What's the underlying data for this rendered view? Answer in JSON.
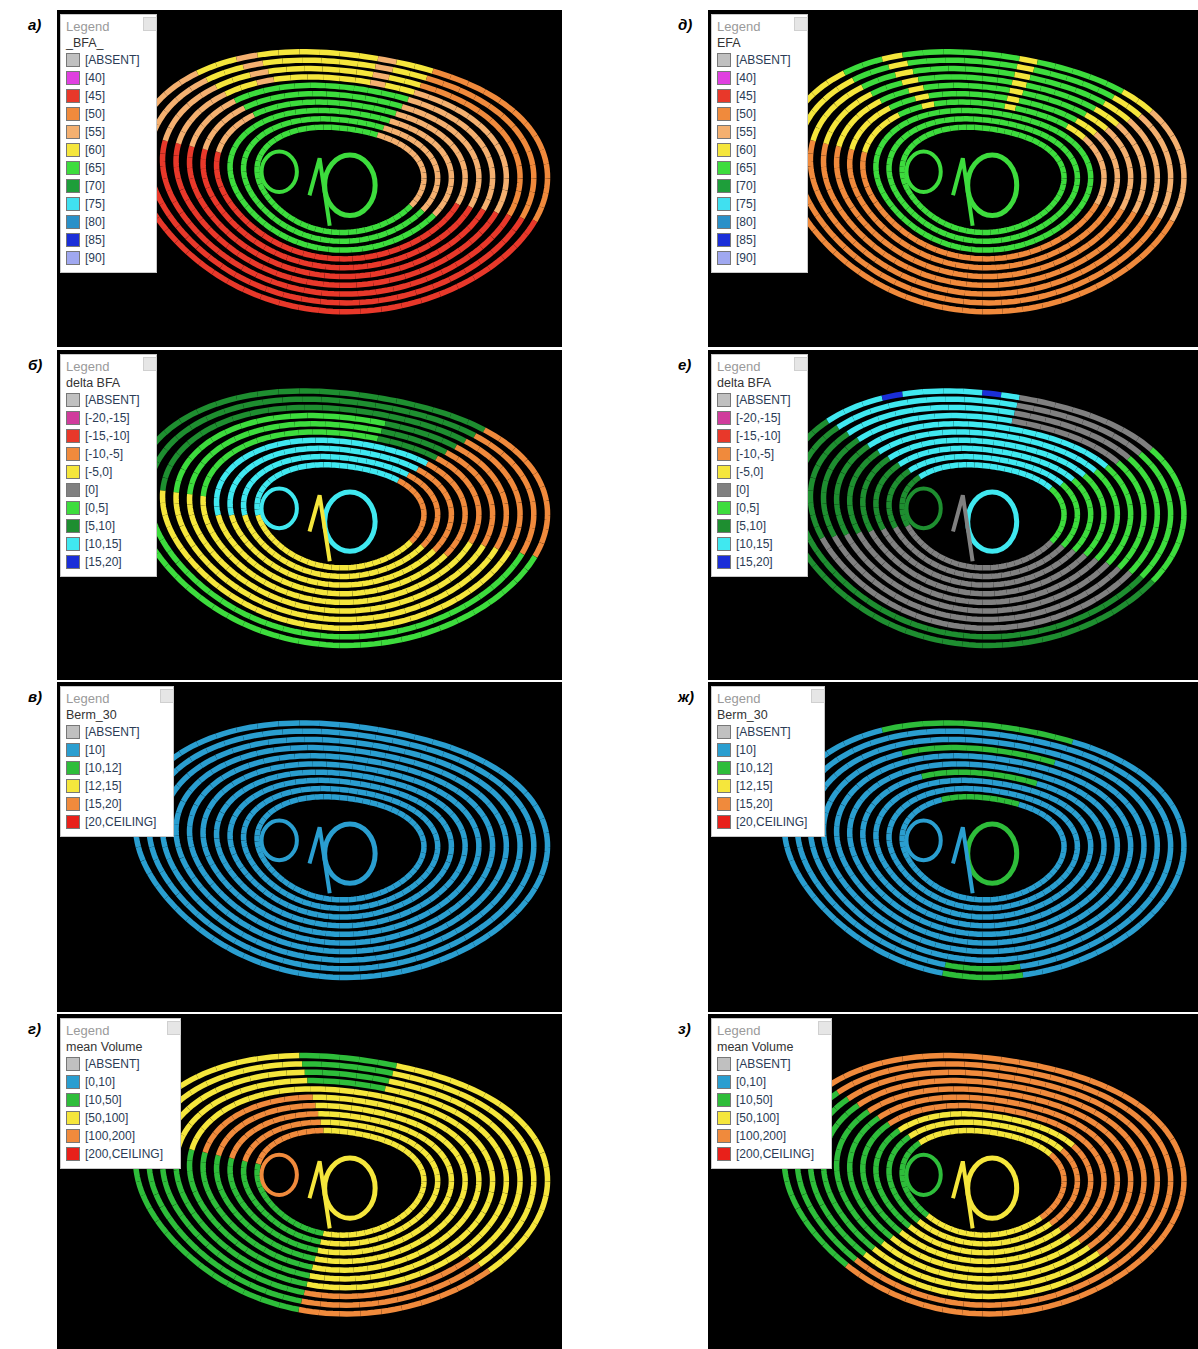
{
  "diagram": {
    "nodes": [
      {
        "text": [
          "Legend",
          "_BFA_"
        ]
      },
      {
        "text": [
          "Legend",
          "delta BFA"
        ]
      },
      {
        "text": [
          "Legend",
          "Berm_30"
        ]
      },
      {
        "text": [
          "Legend",
          "mean Volume"
        ]
      },
      {
        "text": [
          "Legend",
          "EFA"
        ]
      },
      {
        "text": [
          "Legend",
          "delta BFA"
        ]
      },
      {
        "text": [
          "Legend",
          "Berm_30"
        ]
      },
      {
        "text": [
          "Legend",
          "mean Volume"
        ]
      }
    ],
    "labels": [
      "а)",
      "б)",
      "в)",
      "г)",
      "д)",
      "е)",
      "ж)",
      "з)"
    ],
    "legend": [
      {
        "text": "[ABSENT]",
        "color": "#c0c0c0"
      },
      {
        "text": "[40]",
        "color": "#e040e0"
      },
      {
        "text": "[45]",
        "color": "#e8382a"
      },
      {
        "text": "[50]",
        "color": "#f08a3c"
      },
      {
        "text": "[55]",
        "color": "#f4b070"
      },
      {
        "text": "[60]",
        "color": "#f5e63c"
      },
      {
        "text": "[65]",
        "color": "#3ddc3d"
      },
      {
        "text": "[70]",
        "color": "#1e9e3a"
      },
      {
        "text": "[75]",
        "color": "#40e0f0"
      },
      {
        "text": "[80]",
        "color": "#2a90c8"
      },
      {
        "text": "[85]",
        "color": "#1a2ed8"
      },
      {
        "text": "[90]",
        "color": "#a0a8f0"
      },
      {
        "text": "[ABSENT]",
        "color": "#c0c0c0"
      },
      {
        "text": "[-20,-15]",
        "color": "#d03c9c"
      },
      {
        "text": "[-15,-10]",
        "color": "#e8382a"
      },
      {
        "text": "[-10,-5]",
        "color": "#f08a3c"
      },
      {
        "text": "[-5,0]",
        "color": "#f5e63c"
      },
      {
        "text": "[0]",
        "color": "#808080"
      },
      {
        "text": "[0,5]",
        "color": "#3ddc3d"
      },
      {
        "text": "[5,10]",
        "color": "#1e8e30"
      },
      {
        "text": "[10,15]",
        "color": "#40e8f0"
      },
      {
        "text": "[15,20]",
        "color": "#1a2ed8"
      },
      {
        "text": "[ABSENT]",
        "color": "#c0c0c0"
      },
      {
        "text": "[10]",
        "color": "#2a9ed0"
      },
      {
        "text": "[10,12]",
        "color": "#2ebd3a"
      },
      {
        "text": "[12,15]",
        "color": "#f5e63c"
      },
      {
        "text": "[15,20]",
        "color": "#f08a3c"
      },
      {
        "text": "[20,CEILING]",
        "color": "#e8201a"
      },
      {
        "text": "[ABSENT]",
        "color": "#c0c0c0"
      },
      {
        "text": "[0,10]",
        "color": "#2a9ed0"
      },
      {
        "text": "[10,50]",
        "color": "#2ebd3a"
      },
      {
        "text": "[50,100]",
        "color": "#f5e63c"
      },
      {
        "text": "[100,200]",
        "color": "#f08a3c"
      },
      {
        "text": "[200,CEILING]",
        "color": "#e8201a"
      },
      {
        "text": "[ABSENT]",
        "color": "#c0c0c0"
      },
      {
        "text": "[40]",
        "color": "#e040e0"
      },
      {
        "text": "[45]",
        "color": "#e8382a"
      },
      {
        "text": "[50]",
        "color": "#f08a3c"
      },
      {
        "text": "[55]",
        "color": "#f4b070"
      },
      {
        "text": "[60]",
        "color": "#f5e63c"
      },
      {
        "text": "[65]",
        "color": "#3ddc3d"
      },
      {
        "text": "[70]",
        "color": "#1e9e3a"
      },
      {
        "text": "[75]",
        "color": "#40e0f0"
      },
      {
        "text": "[80]",
        "color": "#2a90c8"
      },
      {
        "text": "[85]",
        "color": "#1a2ed8"
      },
      {
        "text": "[90]",
        "color": "#a0a8f0"
      },
      {
        "text": "[ABSENT]",
        "color": "#c0c0c0"
      },
      {
        "text": "[-20,-15]",
        "color": "#d03c9c"
      },
      {
        "text": "[-15,-10]",
        "color": "#e8382a"
      },
      {
        "text": "[-10,-5]",
        "color": "#f08a3c"
      },
      {
        "text": "[-5,0]",
        "color": "#f5e63c"
      },
      {
        "text": "[0]",
        "color": "#808080"
      },
      {
        "text": "[0,5]",
        "color": "#3ddc3d"
      },
      {
        "text": "[5,10]",
        "color": "#1e8e30"
      },
      {
        "text": "[10,15]",
        "color": "#40e8f0"
      },
      {
        "text": "[15,20]",
        "color": "#1a2ed8"
      },
      {
        "text": "[ABSENT]",
        "color": "#c0c0c0"
      },
      {
        "text": "[10]",
        "color": "#2a9ed0"
      },
      {
        "text": "[10,12]",
        "color": "#2ebd3a"
      },
      {
        "text": "[12,15]",
        "color": "#f5e63c"
      },
      {
        "text": "[15,20]",
        "color": "#f08a3c"
      },
      {
        "text": "[20,CEILING]",
        "color": "#e8201a"
      },
      {
        "text": "[ABSENT]",
        "color": "#c0c0c0"
      },
      {
        "text": "[0,10]",
        "color": "#2a9ed0"
      },
      {
        "text": "[10,50]",
        "color": "#2ebd3a"
      },
      {
        "text": "[50,100]",
        "color": "#f5e63c"
      },
      {
        "text": "[100,200]",
        "color": "#f08a3c"
      },
      {
        "text": "[200,CEILING]",
        "color": "#e8201a"
      }
    ]
  }
}
